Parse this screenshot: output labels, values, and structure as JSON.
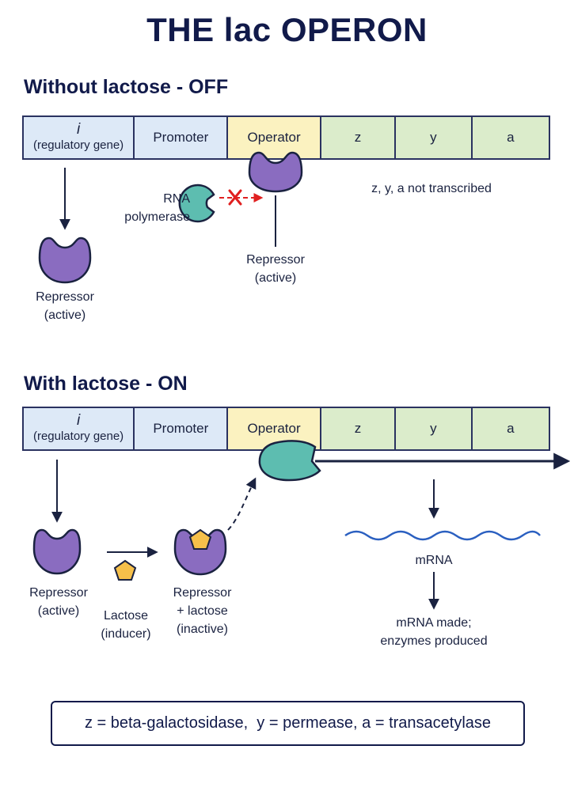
{
  "title": "THE lac OPERON",
  "off_section": {
    "heading": "Without lactose - OFF",
    "genes": {
      "i_letter": "i",
      "i_sub": "(regulatory gene)",
      "promoter": "Promoter",
      "operator": "Operator",
      "z": "z",
      "y": "y",
      "a": "a"
    },
    "rna_polymerase_label": [
      "RNA",
      "polymerase"
    ],
    "repressor_left_label": [
      "Repressor",
      "(active)"
    ],
    "repressor_bound_label": [
      "Repressor",
      "(active)"
    ],
    "not_transcribed_note": "z, y, a  not transcribed"
  },
  "on_section": {
    "heading": "With lactose - ON",
    "genes": {
      "i_letter": "i",
      "i_sub": "(regulatory gene)",
      "promoter": "Promoter",
      "operator": "Operator",
      "z": "z",
      "y": "y",
      "a": "a"
    },
    "repressor_label": [
      "Repressor",
      "(active)"
    ],
    "lactose_label": [
      "Lactose",
      "(inducer)"
    ],
    "complex_label": [
      "Repressor",
      "+ lactose",
      "(inactive)"
    ],
    "mrna_label": "mRNA",
    "result_label": [
      "mRNA made;",
      "enzymes produced"
    ]
  },
  "legend": "z = beta-galactosidase,  y = permease, a = transacetylase",
  "colors": {
    "repressor": "#8a6cc0",
    "rna_polymerase": "#5dbdb0",
    "lactose": "#f6c04a",
    "mrna": "#2a5fc0",
    "blocked": "#e02020",
    "outline": "#1a2240"
  }
}
